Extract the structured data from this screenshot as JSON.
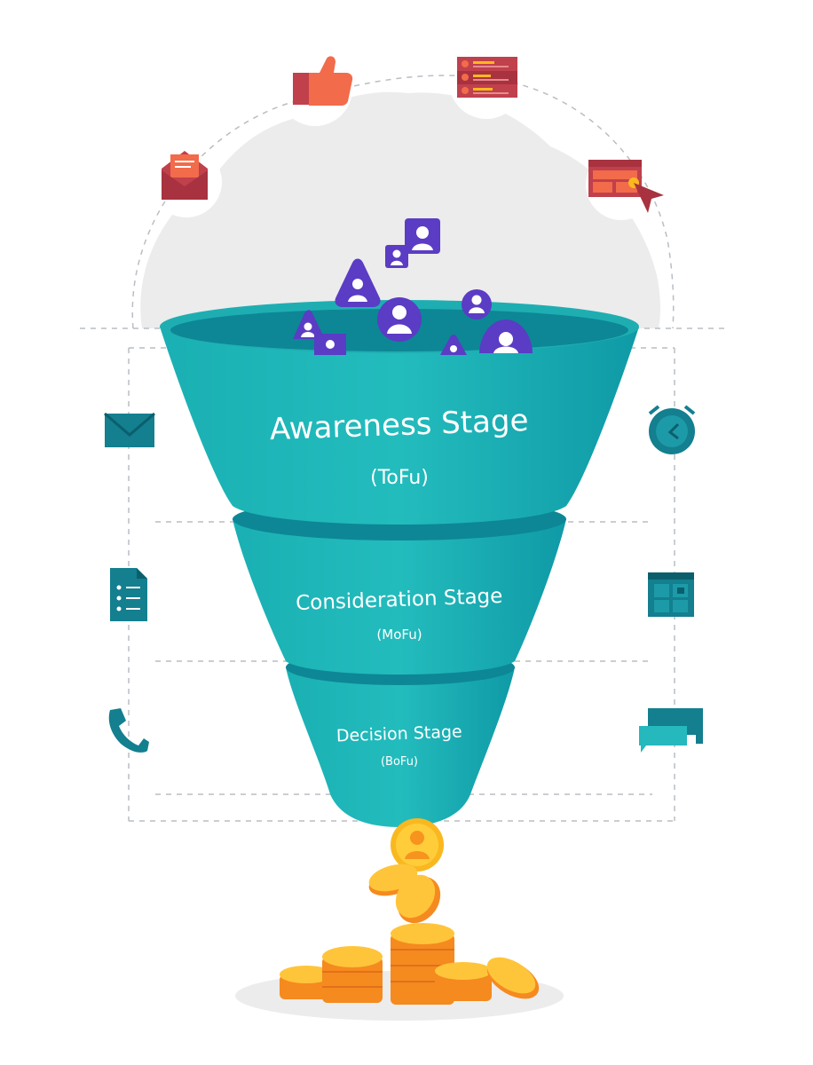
{
  "stages": [
    {
      "id": "awareness",
      "title": "Awareness Stage",
      "abbr": "(ToFu)"
    },
    {
      "id": "consideration",
      "title": "Consideration Stage",
      "abbr": "(MoFu)"
    },
    {
      "id": "decision",
      "title": "Decision Stage",
      "abbr": "(BoFu)"
    }
  ],
  "colors": {
    "teal": "#1fb3b5",
    "teal_dark": "#0d8795",
    "teal_icon": "#137f8f",
    "purple": "#5b3cc4",
    "brick": "#c0404c",
    "orange": "#f26b4a",
    "gold": "#f9b820",
    "coin_orange": "#f58a1f",
    "cloud_gray": "#ececec",
    "dash_gray": "#b9bec4"
  },
  "icons": {
    "top_arc": [
      "envelope-open-icon",
      "thumbs-up-icon",
      "reviews-icon",
      "browser-click-icon"
    ],
    "left_side": [
      "mail-icon",
      "checklist-icon",
      "phone-icon"
    ],
    "right_side": [
      "alarm-clock-icon",
      "calendar-icon",
      "chat-icon"
    ]
  }
}
